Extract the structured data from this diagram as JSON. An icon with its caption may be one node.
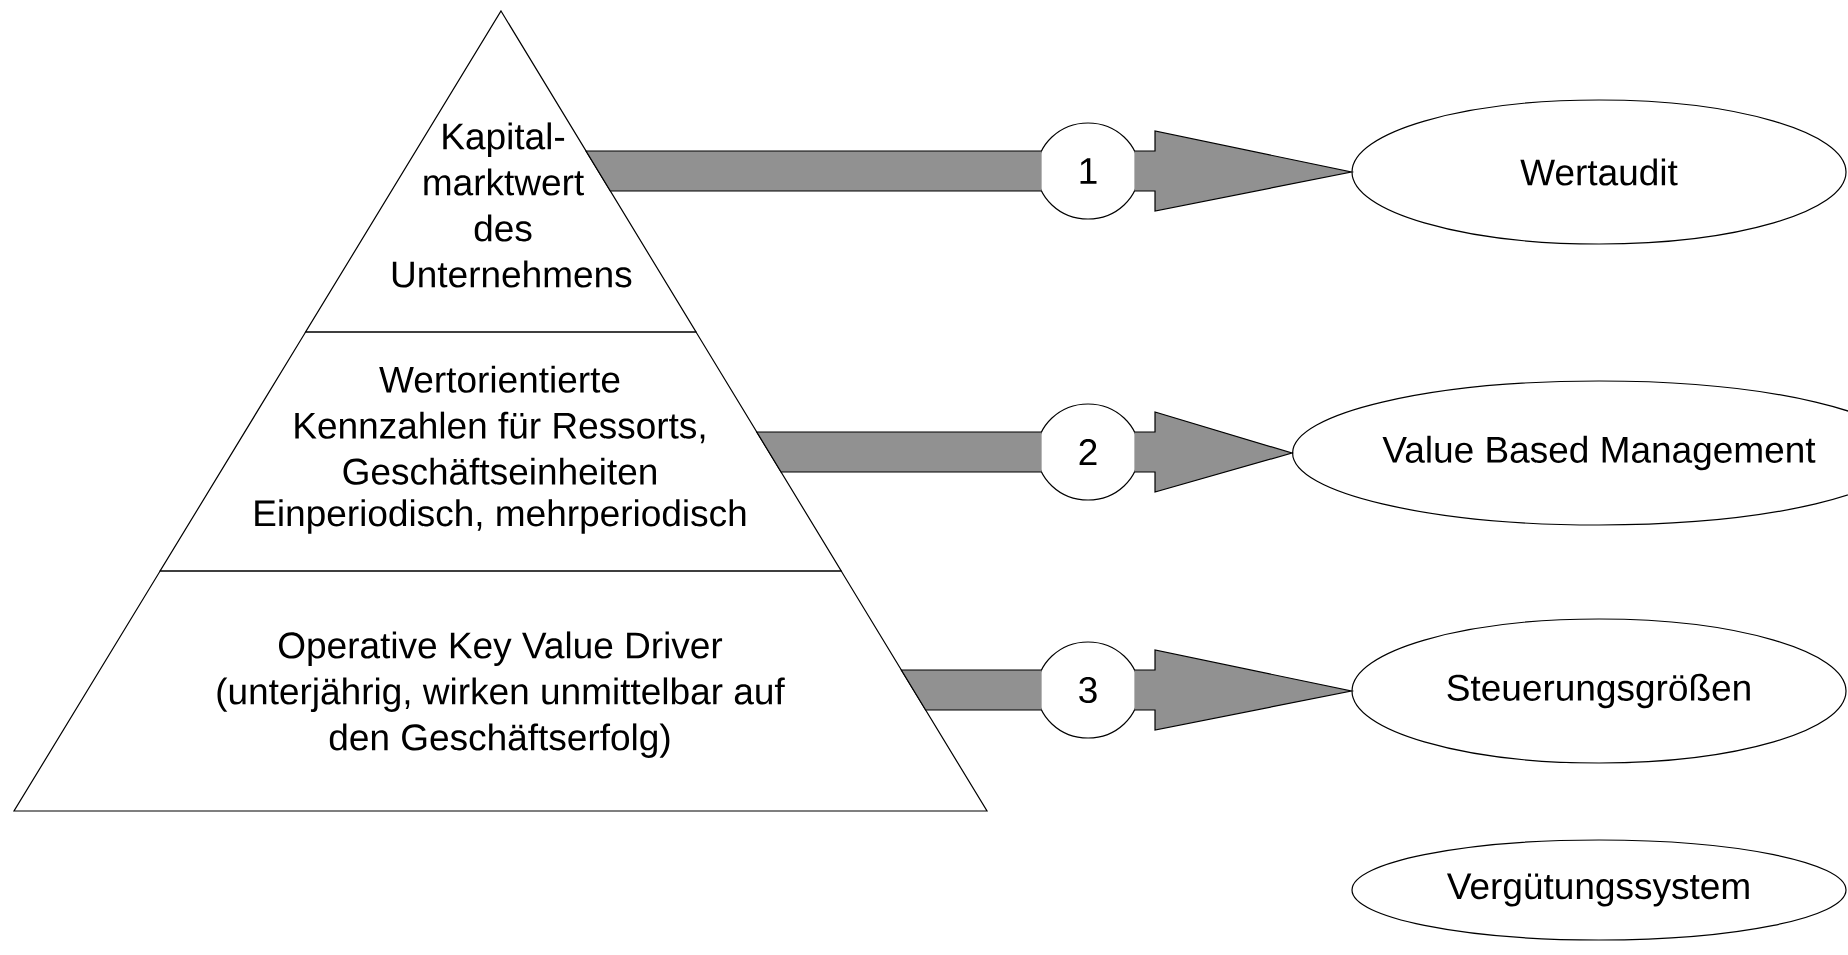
{
  "diagram": {
    "nodes": [
      {
        "text": [
          "Kapital- marktwert des Unternehmens"
        ]
      },
      {
        "text": [
          "Wertorientierte Kennzahlen für Ressorts, Geschäftseinheiten",
          "Einperiodisch, mehrperiodisch"
        ]
      },
      {
        "text": [
          "Operative Key Value Driver (unterjährig, wirken unmittelbar auf den Geschäftserfolg)"
        ]
      },
      {
        "text": [
          "1"
        ]
      },
      {
        "text": [
          "2"
        ]
      },
      {
        "text": [
          "3"
        ]
      },
      {
        "text": [
          "Wertaudit"
        ]
      },
      {
        "text": [
          "Value Based Management"
        ]
      },
      {
        "text": [
          "Steuerungsgrößen"
        ]
      },
      {
        "text": [
          "Vergütungssystem"
        ]
      }
    ],
    "edges": [
      {
        "from": 0,
        "to": 3,
        "arrow": "none"
      },
      {
        "from": 3,
        "to": 6,
        "arrow": "to"
      },
      {
        "from": 1,
        "to": 4,
        "arrow": "none"
      },
      {
        "from": 4,
        "to": 7,
        "arrow": "to"
      },
      {
        "from": 2,
        "to": 5,
        "arrow": "none"
      },
      {
        "from": 5,
        "to": 8,
        "arrow": "to"
      }
    ]
  }
}
